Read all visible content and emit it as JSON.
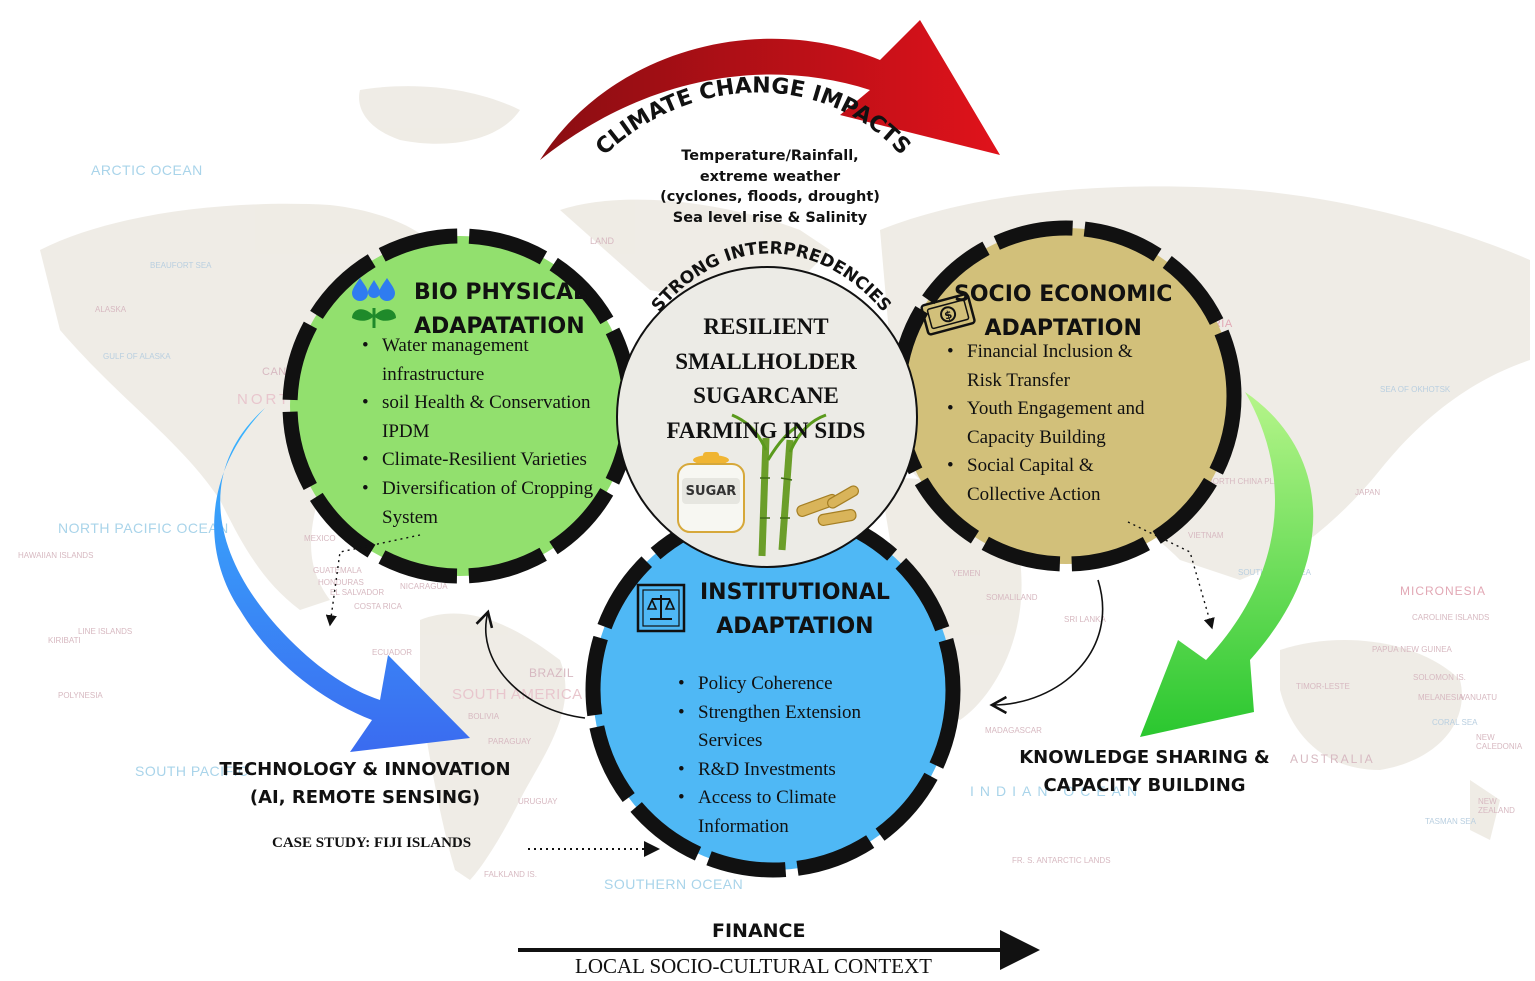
{
  "climate": {
    "title": "CLIMATE CHANGE IMPACTS",
    "lines": [
      "Temperature/Rainfall,",
      "extreme weather",
      "(cyclones, floods, drought)",
      "Sea level rise & Salinity"
    ]
  },
  "interdependencies": "STRONG INTERPREDENCIES",
  "center": {
    "lines": [
      "RESILIENT",
      "SMALLHOLDER",
      "SUGARCANE",
      "FARMING IN SIDS"
    ],
    "jar_label": "SUGAR"
  },
  "bio": {
    "title": [
      "BIO PHYSICAL",
      "ADAPATATION"
    ],
    "items": [
      "Water management infrastructure",
      "soil Health & Conservation IPDM",
      "Climate-Resilient Varieties",
      "Diversification of Cropping System"
    ]
  },
  "socio": {
    "title": [
      "SOCIO ECONOMIC",
      "ADAPTATION"
    ],
    "items": [
      "Financial Inclusion & Risk Transfer",
      "Youth Engagement and Capacity Building",
      "Social Capital & Collective Action"
    ]
  },
  "inst": {
    "title": [
      "INSTITUTIONAL",
      "ADAPTATION"
    ],
    "items": [
      "Policy Coherence",
      "Strengthen Extension Services",
      "R&D Investments",
      "Access to Climate Information"
    ]
  },
  "technology": [
    "TECHNOLOGY & INNOVATION",
    "(AI, REMOTE SENSING)"
  ],
  "knowledge": [
    "KNOWLEDGE SHARING &",
    "CAPACITY BUILDING"
  ],
  "case_study": "CASE STUDY: FIJI ISLANDS",
  "finance": "FINANCE",
  "context": "LOCAL SOCIO-CULTURAL CONTEXT",
  "map_labels": {
    "arctic": "ARCTIC OCEAN",
    "north_pacific": "NORTH PACIFIC OCEAN",
    "south_pacific": "SOUTH PACIFIC",
    "southern": "SOUTHERN OCEAN",
    "indian": "INDIAN OCEAN",
    "north_america": "NORTH AMERICA",
    "south_america": "SOUTH AMERICA",
    "australia": "AUSTRALIA",
    "micronesia": "MICRONESIA",
    "brazil": "BRAZIL",
    "canada": "CANADA",
    "polynesia": "POLYNESIA",
    "siberia": "ERIA",
    "beaufort": "BEAUFORT SEA",
    "alaska": "ALASKA",
    "gulf_alaska": "GULF OF ALASKA",
    "greenland": "LAND",
    "hawaiian": "HAWAIIAN ISLANDS",
    "line_islands": "LINE ISLANDS",
    "kiribati": "KIRIBATI",
    "mexico": "MEXICO",
    "guatemala": "GUATEMALA",
    "honduras": "HONDURAS",
    "el_salvador": "EL SALVADOR",
    "costa_rica": "COSTA RICA",
    "nicaragua": "NICARAGUA",
    "ecuador": "ECUADOR",
    "bolivia": "BOLIVIA",
    "paraguay": "PARAGUAY",
    "uruguay": "URUGUAY",
    "falkland": "FALKLAND IS.",
    "somaliland": "SOMALILAND",
    "yemen": "YEMEN",
    "madagascar": "MADAGASCAR",
    "sri_lanka": "SRI LANKA",
    "vietnam": "VIETNAM",
    "japan": "JAPAN",
    "sea_okhotsk": "SEA OF OKHOTSK",
    "north_china_plain": "NORTH CHINA PLAIN",
    "south_china_sea": "SOUTH CHINA SEA",
    "papua": "PAPUA NEW GUINEA",
    "timor": "TIMOR-LESTE",
    "solomon": "SOLOMON IS.",
    "vanuatu": "VANUATU",
    "caroline": "CAROLINE ISLANDS",
    "coral_sea": "CORAL SEA",
    "new_caledonia": "NEW CALEDONIA",
    "new_zealand": "NEW ZEALAND",
    "tasman": "TASMAN SEA",
    "antarctic": "FR. S. ANTARCTIC LANDS",
    "melanesia": "MELANESIA"
  },
  "colors": {
    "bio": "#92e06e",
    "socio": "#d2c07a",
    "inst": "#4fb8f5",
    "center": "#ecebe6",
    "ring": "#111111",
    "red_arrow": "#c0101a",
    "green_arrow": "#3fd23a",
    "blue_arrow": "#3a7af0"
  },
  "icons": {
    "bio": "water-plant-icon",
    "socio": "money-icon",
    "inst": "law-scale-icon",
    "center": "sugarcane-icon"
  }
}
